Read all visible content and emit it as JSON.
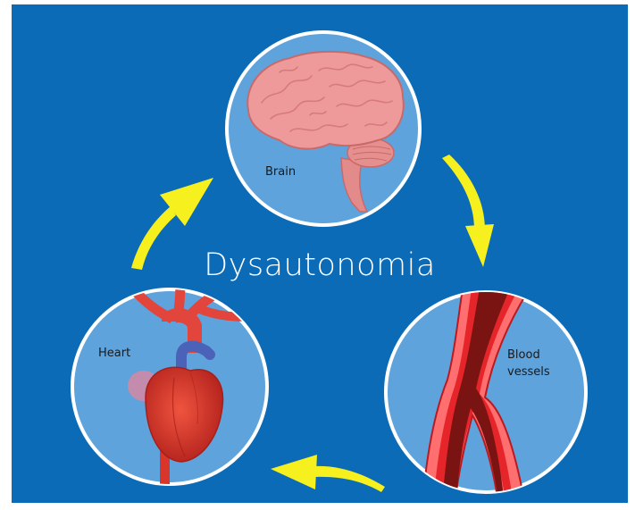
{
  "diagram": {
    "title": "Dysautonomia",
    "nodes": [
      {
        "id": "brain",
        "label": "Brain"
      },
      {
        "id": "vessels",
        "label": "Blood vessels",
        "label_line1": "Blood",
        "label_line2": "vessels"
      },
      {
        "id": "heart",
        "label": "Heart"
      }
    ],
    "edges": [
      {
        "from": "brain",
        "to": "vessels"
      },
      {
        "from": "vessels",
        "to": "heart"
      },
      {
        "from": "heart",
        "to": "brain"
      }
    ],
    "colors": {
      "background": "#0b6bb7",
      "circle_fill": "#5ea3dc",
      "circle_stroke": "#ffffff",
      "arrow": "#f5f01e",
      "brain": "#ef9a9a",
      "heart": "#d9362b",
      "vessel": "#e5252a"
    }
  }
}
